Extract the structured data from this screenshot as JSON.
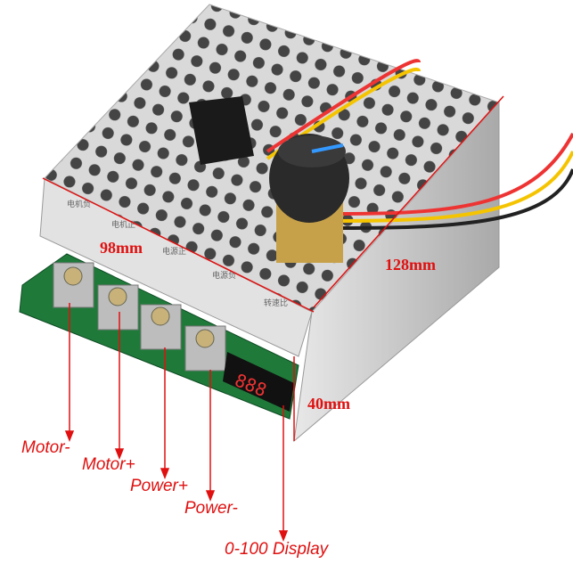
{
  "annotations": {
    "width": "98mm",
    "length": "128mm",
    "height": "40mm"
  },
  "terminal_labels": {
    "motor_minus": "Motor-",
    "motor_plus": "Motor+",
    "power_plus": "Power+",
    "power_minus": "Power-",
    "display": "0-100 Display"
  },
  "case_labels": [
    "电机负",
    "电机正",
    "电源正",
    "电源负",
    "转速比"
  ],
  "display_value": "888",
  "colors": {
    "annotation": "#e01010",
    "pcb": "#1f7a3a",
    "case": "#c9c9c9"
  }
}
